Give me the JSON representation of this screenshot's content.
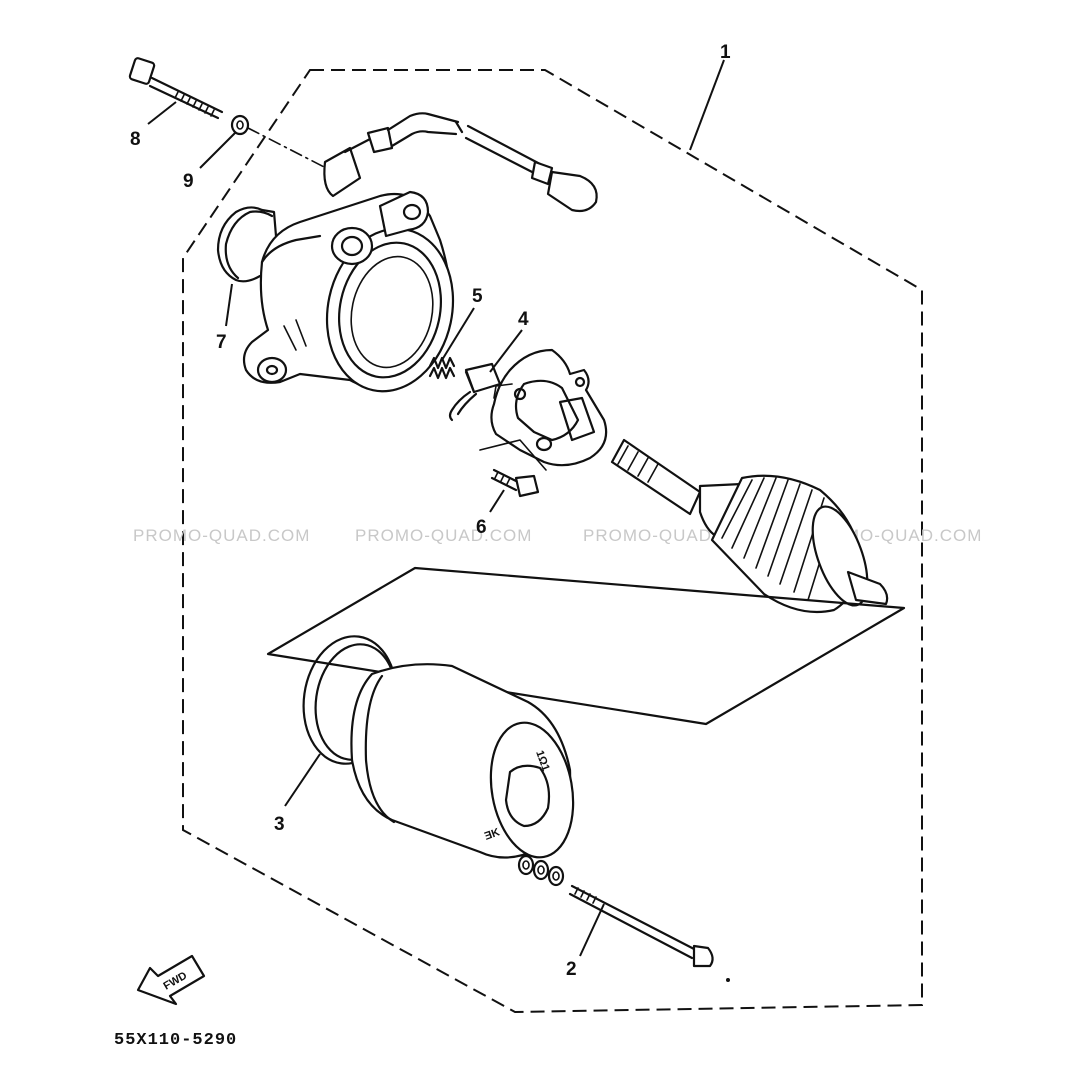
{
  "diagram": {
    "code": "55X110-5290",
    "direction_badge": "FWD",
    "watermark": "PROMO-QUAD.COM",
    "callouts": [
      {
        "id": "1",
        "label": "1"
      },
      {
        "id": "2",
        "label": "2"
      },
      {
        "id": "3",
        "label": "3"
      },
      {
        "id": "4",
        "label": "4"
      },
      {
        "id": "5",
        "label": "5"
      },
      {
        "id": "6",
        "label": "6"
      },
      {
        "id": "7",
        "label": "7"
      },
      {
        "id": "8",
        "label": "8"
      },
      {
        "id": "9",
        "label": "9"
      }
    ]
  }
}
